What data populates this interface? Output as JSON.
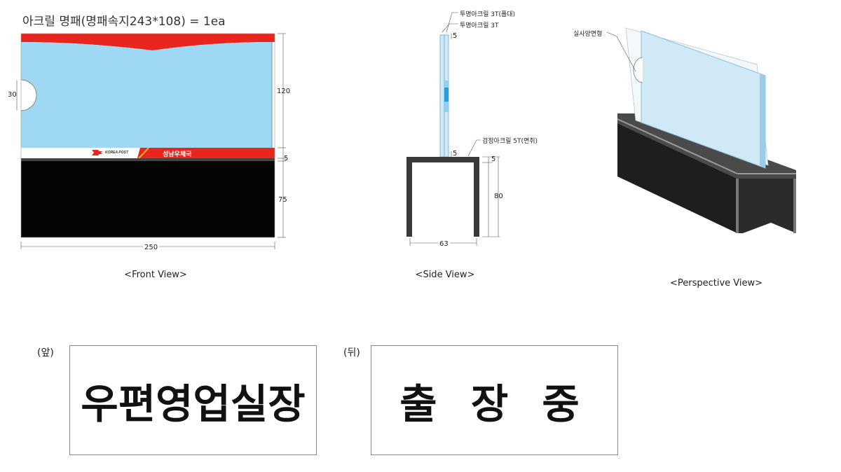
{
  "title": "아크릴 명패(명패속지243*108) = 1ea",
  "front_view": {
    "caption": "<Front View>",
    "dims": {
      "height_panel": "120",
      "gap": "5",
      "base_height": "75",
      "width": "250",
      "notch": "30"
    },
    "logo_text": "KOREA POST",
    "office_text": "성남우체국",
    "colors": {
      "red": "#e8261d",
      "blue": "#9fd8f2",
      "black": "#050505"
    }
  },
  "side_view": {
    "caption": "<Side View>",
    "notes": {
      "clear_pole": "투명아크릴 3T(폴대)",
      "clear": "투명아크릴 3T",
      "black": "검정아크릴 5T(면취)"
    },
    "dims": {
      "top": "5",
      "mid": "5",
      "base_top": "5",
      "base_height": "80",
      "base_width": "63"
    }
  },
  "perspective_view": {
    "caption": "<Perspective View>",
    "note": "실사양면형"
  },
  "signs": {
    "front": {
      "label": "(앞)",
      "text": "우편영업실장"
    },
    "back": {
      "label": "(뒤)",
      "text": "출 장 중"
    }
  }
}
